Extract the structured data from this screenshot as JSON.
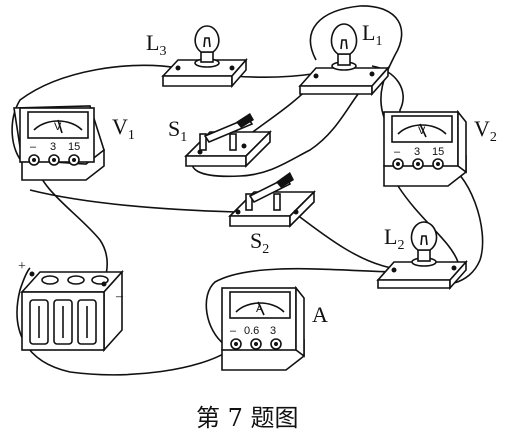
{
  "labels": {
    "L3": {
      "main": "L",
      "sub": "3"
    },
    "L1": {
      "main": "L",
      "sub": "1"
    },
    "L2": {
      "main": "L",
      "sub": "2"
    },
    "S1": {
      "main": "S",
      "sub": "1"
    },
    "S2": {
      "main": "S",
      "sub": "2"
    },
    "V1": {
      "main": "V",
      "sub": "1"
    },
    "V2": {
      "main": "V",
      "sub": "2"
    },
    "A": "A"
  },
  "meters": {
    "V1": {
      "face": "V",
      "terminals": [
        "–",
        "3",
        "15"
      ]
    },
    "V2": {
      "face": "V",
      "terminals": [
        "–",
        "3",
        "15"
      ]
    },
    "A": {
      "face": "A",
      "terminals": [
        "–",
        "0.6",
        "3"
      ]
    }
  },
  "battery": {
    "plus": "+",
    "minus": "–"
  },
  "caption": "第 7 题图"
}
